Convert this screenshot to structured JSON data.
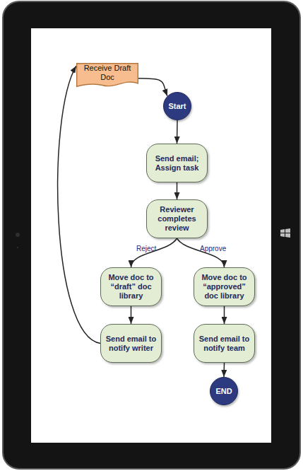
{
  "diagram": {
    "nodes": [
      {
        "text": [
          "Receive Draft Doc"
        ]
      },
      {
        "text": [
          "Start"
        ]
      },
      {
        "text": [
          "Send email; Assign task"
        ]
      },
      {
        "text": [
          "Reviewer completes review"
        ]
      },
      {
        "text": [
          "Move doc to “draft” doc library"
        ]
      },
      {
        "text": [
          "Move doc to “approved” doc library"
        ]
      },
      {
        "text": [
          "Send email to notify writer"
        ]
      },
      {
        "text": [
          "Send email to notify team"
        ]
      },
      {
        "text": [
          "END"
        ]
      }
    ],
    "edges": [
      {
        "from": 0,
        "to": 1,
        "arrow": "to"
      },
      {
        "from": 1,
        "to": 2,
        "arrow": "to"
      },
      {
        "from": 2,
        "to": 3,
        "arrow": "to"
      },
      {
        "from": 3,
        "to": 4,
        "label": "Reject",
        "arrow": "to"
      },
      {
        "from": 3,
        "to": 5,
        "label": "Approve",
        "arrow": "to"
      },
      {
        "from": 4,
        "to": 6,
        "arrow": "to"
      },
      {
        "from": 5,
        "to": 7,
        "arrow": "to"
      },
      {
        "from": 7,
        "to": 8,
        "arrow": "to"
      },
      {
        "from": 6,
        "to": 0,
        "arrow": "to"
      }
    ]
  }
}
